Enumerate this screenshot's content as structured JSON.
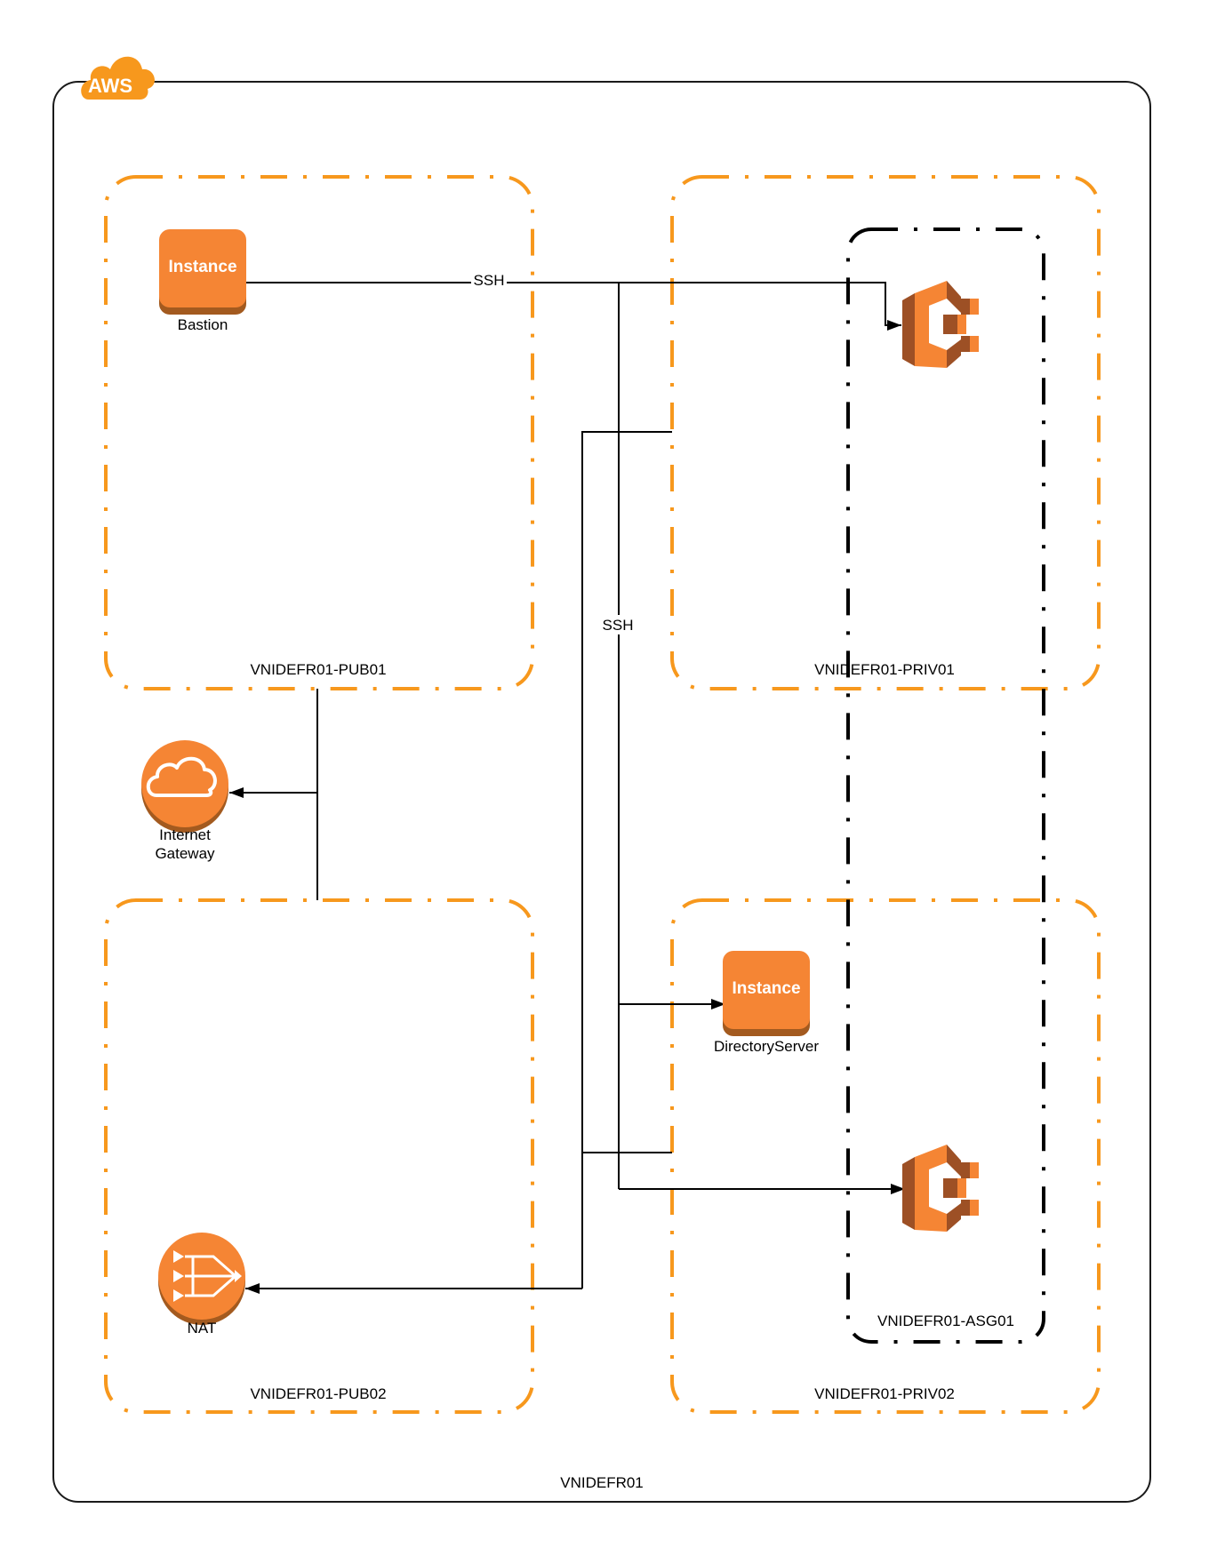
{
  "cloud": {
    "badge": "AWS",
    "vpc_label": "VNIDEFR01"
  },
  "subnets": {
    "pub01": "VNIDEFR01-PUB01",
    "pub02": "VNIDEFR01-PUB02",
    "priv01": "VNIDEFR01-PRIV01",
    "priv02": "VNIDEFR01-PRIV02"
  },
  "asg": {
    "label": "VNIDEFR01-ASG01"
  },
  "nodes": {
    "bastion": {
      "icon_text": "Instance",
      "label": "Bastion"
    },
    "directory_server": {
      "icon_text": "Instance",
      "label": "DirectoryServer"
    },
    "internet_gateway": {
      "label_line1": "Internet",
      "label_line2": "Gateway"
    },
    "nat": {
      "label": "NAT"
    }
  },
  "edges": {
    "ssh_top": "SSH",
    "ssh_vertical": "SSH"
  },
  "colors": {
    "aws_orange": "#f7981d",
    "instance_orange": "#f58534",
    "instance_shadow": "#a35a1f",
    "ecs_light": "#f58534",
    "ecs_dark": "#9d5025",
    "line": "#000000"
  }
}
